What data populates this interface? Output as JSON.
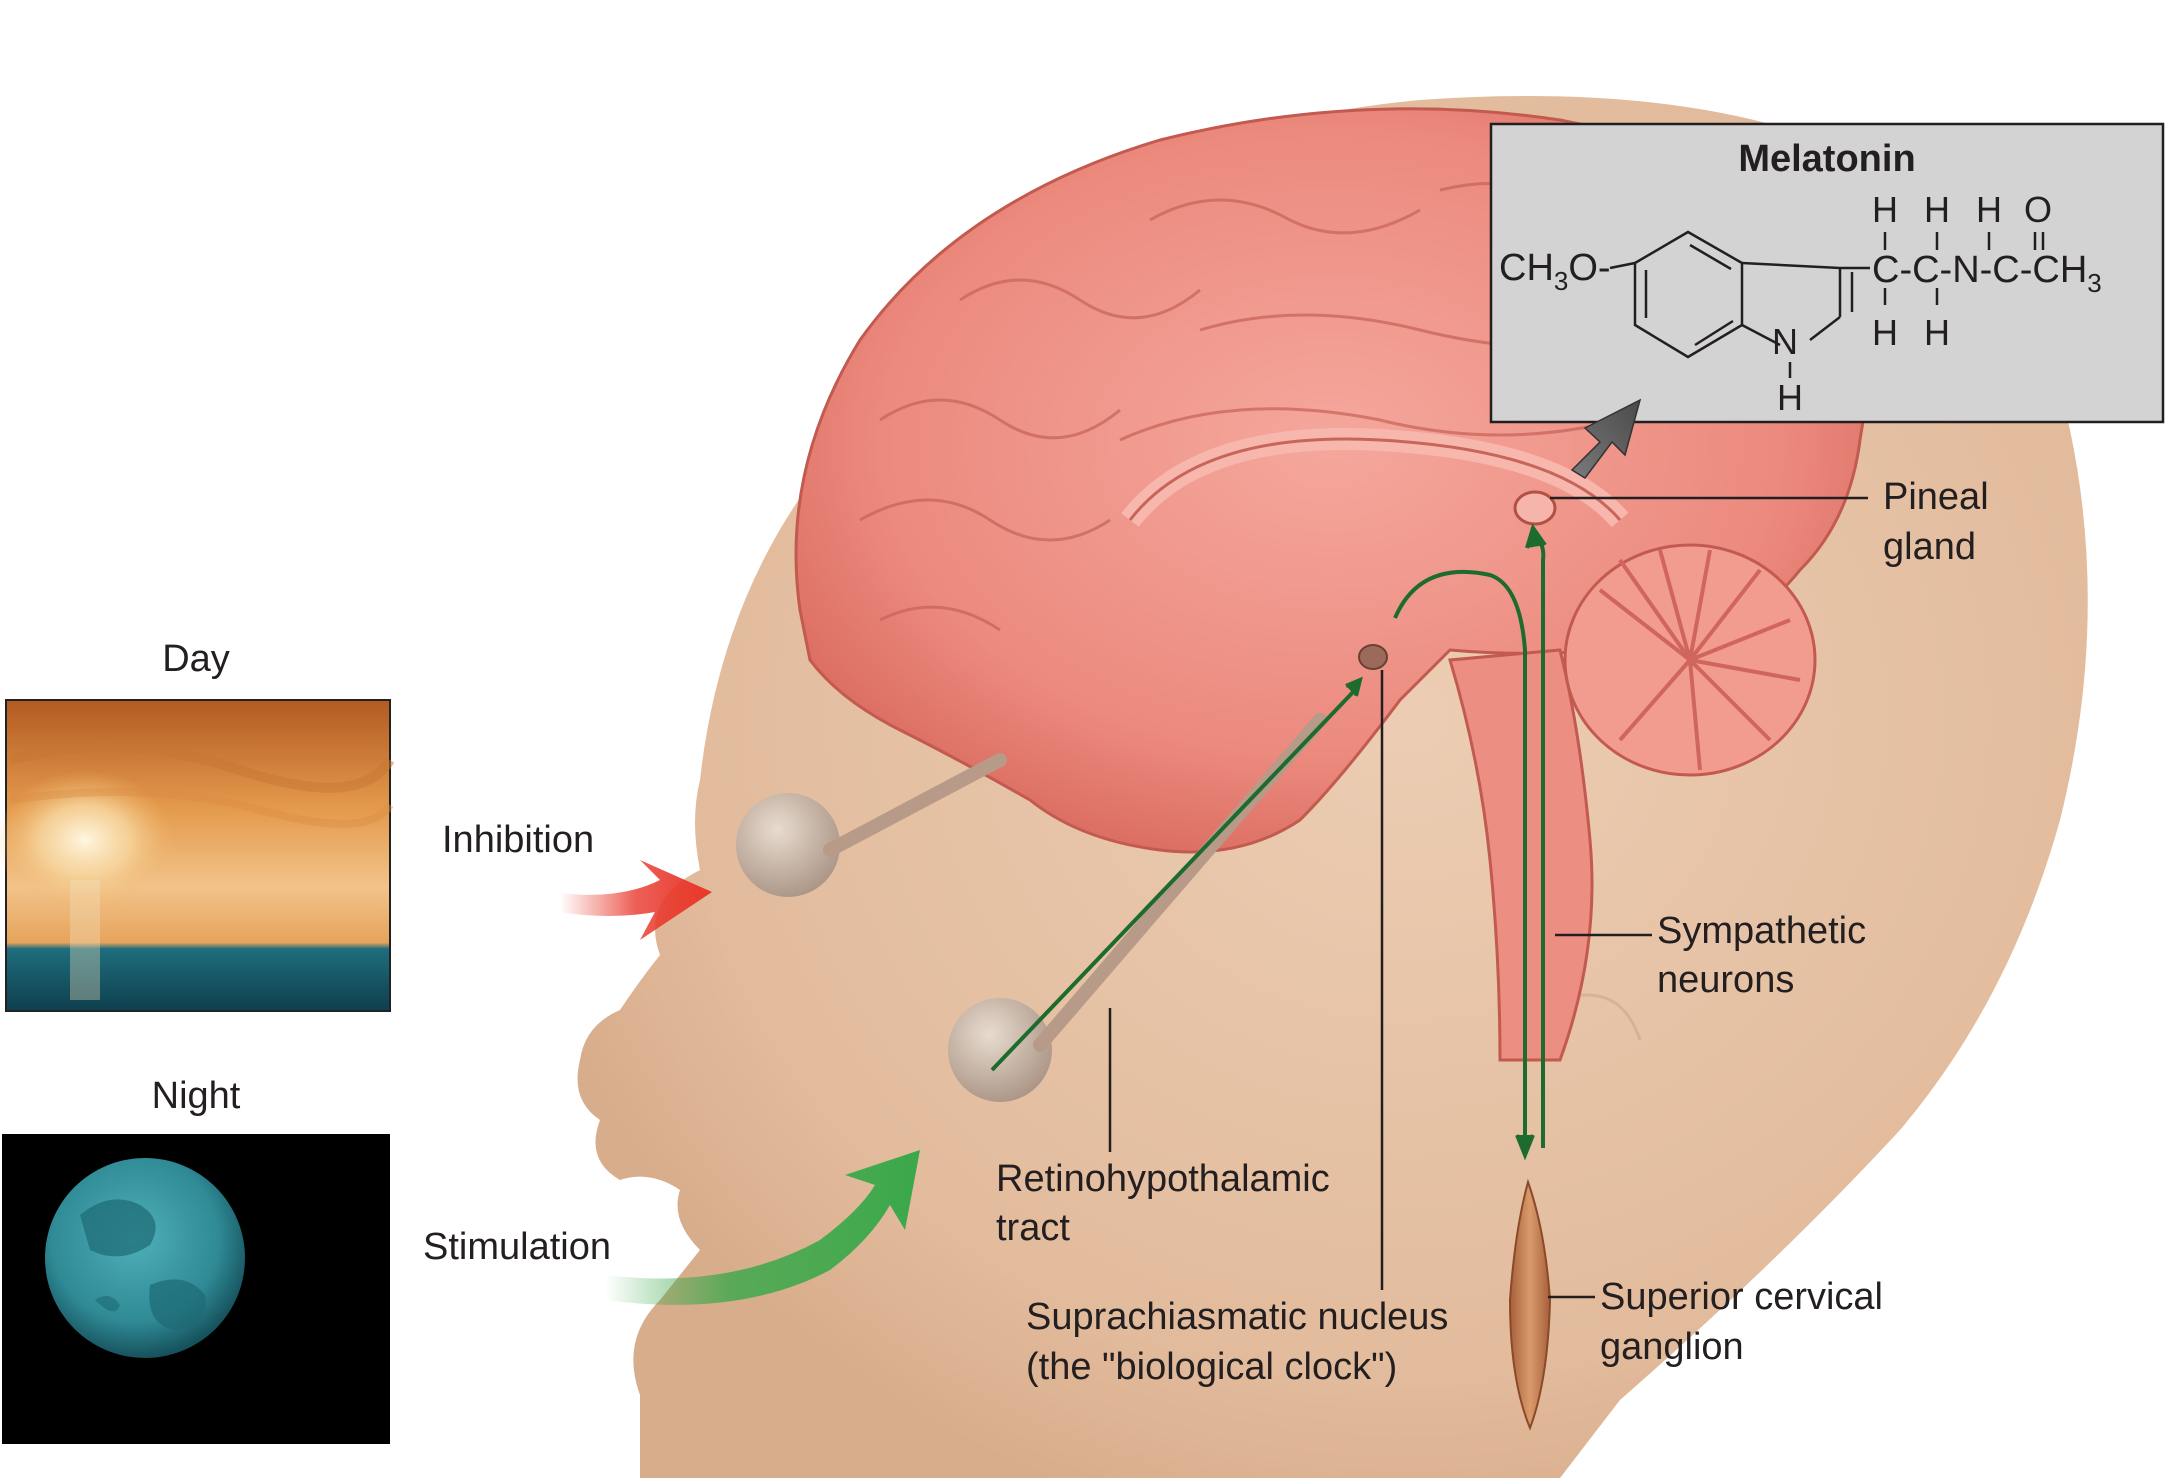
{
  "panels": {
    "day": {
      "label": "Day"
    },
    "night": {
      "label": "Night"
    }
  },
  "labels": {
    "inhibition": "Inhibition",
    "stimulation": "Stimulation",
    "retino_line1": "Retinohypothalamic",
    "retino_line2": "tract",
    "scn_line1": "Suprachiasmatic nucleus",
    "scn_line2": "(the \"biological clock\")",
    "sympathetic_line1": "Sympathetic",
    "sympathetic_line2": "neurons",
    "pineal_line1": "Pineal",
    "pineal_line2": "gland",
    "ganglion_line1": "Superior cervical",
    "ganglion_line2": "ganglion"
  },
  "melatonin": {
    "title": "Melatonin",
    "ch3o": "CH",
    "ch3o_sub": "3",
    "ch3o_tail": "O-",
    "nh_n": "N",
    "nh_h": "H",
    "chain_main": "C-C-N-C-CH",
    "chain_sub": "3",
    "h": "H",
    "o": "O"
  },
  "colors": {
    "inhibition_arrow": "#e8372b",
    "stimulation_arrow": "#3aa84a",
    "pathway": "#1d6b2f",
    "brain": "#ee8a80",
    "skin": "#e8c4a8",
    "melatonin_box": "#d3d3d3"
  },
  "icons": [
    "sun-icon",
    "moon-icon",
    "brain-illustration",
    "eye-icon",
    "pineal-arrow-icon"
  ]
}
